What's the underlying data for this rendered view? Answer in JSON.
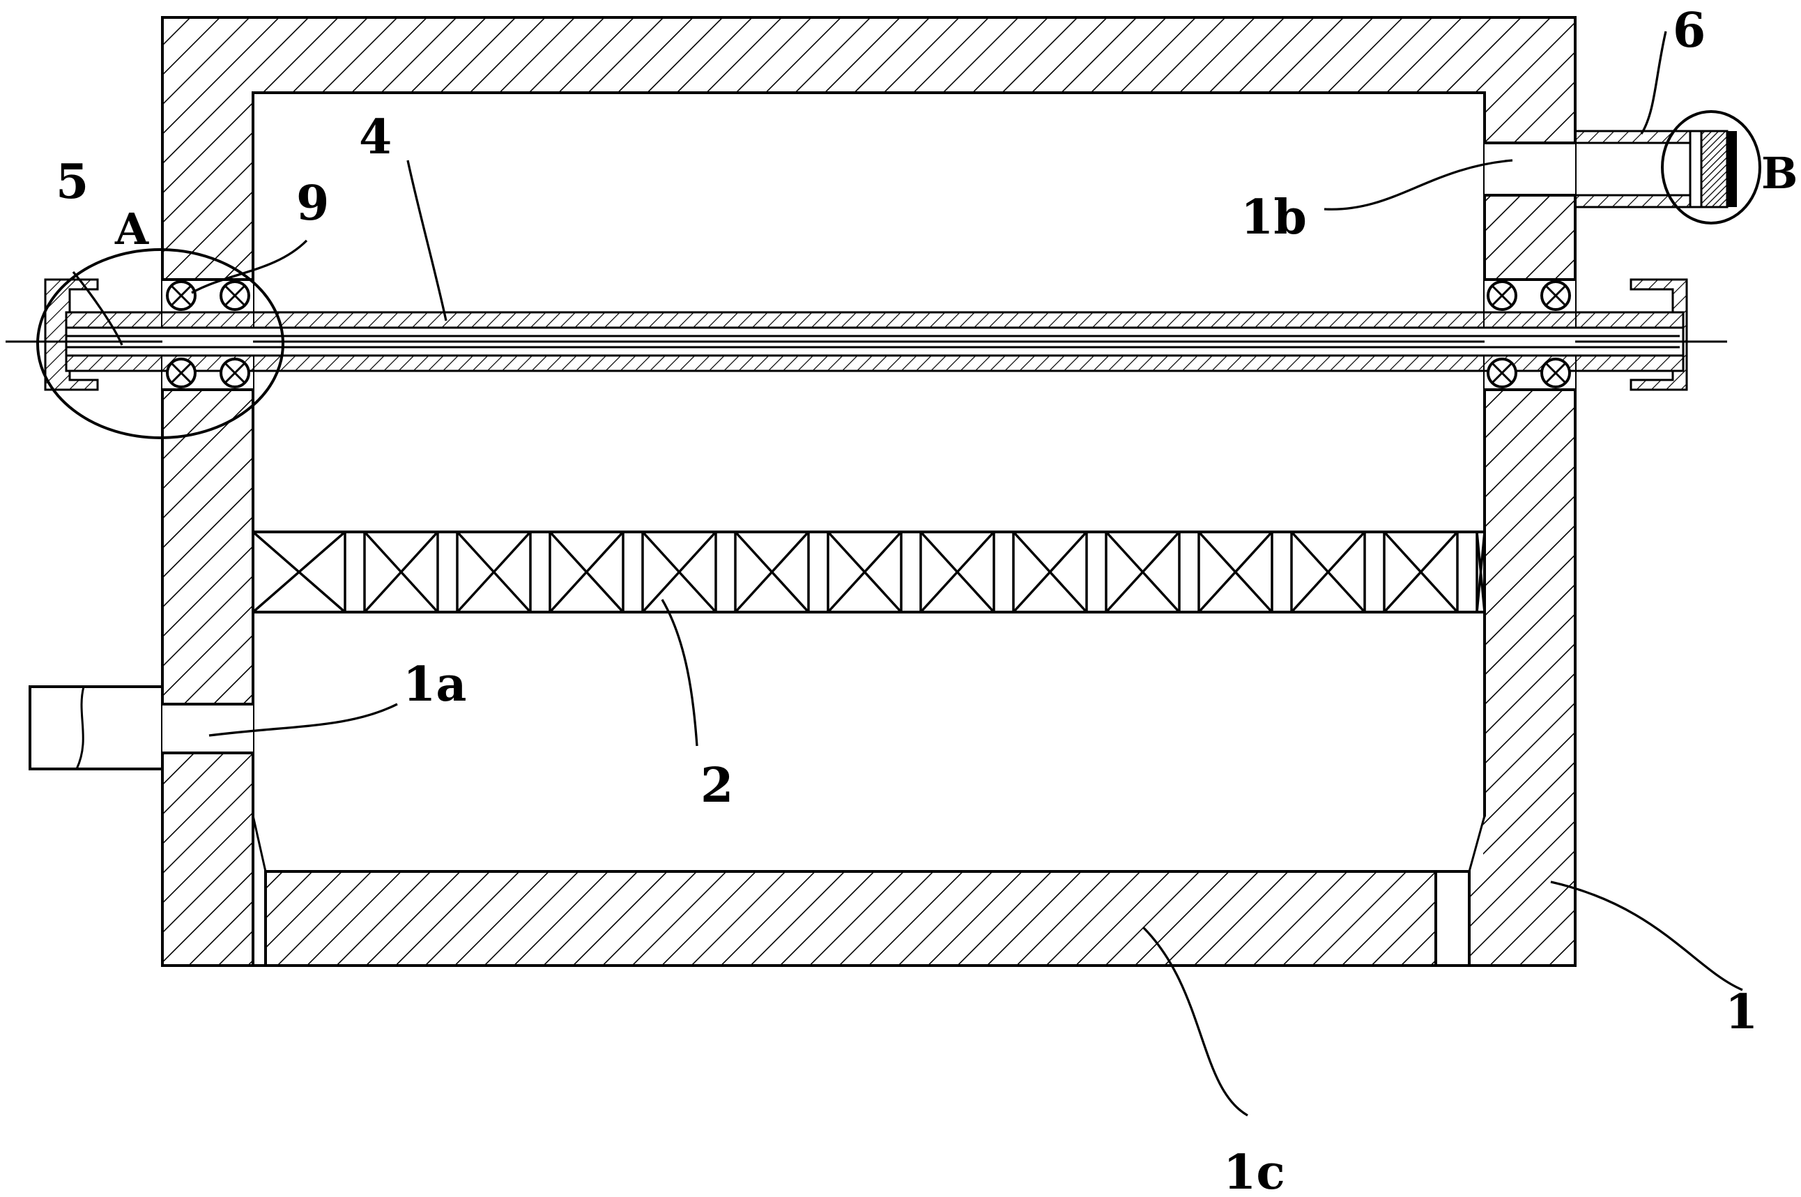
{
  "labels": {
    "part_1": "1",
    "part_1a": "1a",
    "part_1b": "1b",
    "part_1c": "1c",
    "part_2": "2",
    "part_4": "4",
    "part_5": "5",
    "part_6": "6",
    "part_9": "9",
    "detail_a": "A",
    "detail_b": "B"
  }
}
